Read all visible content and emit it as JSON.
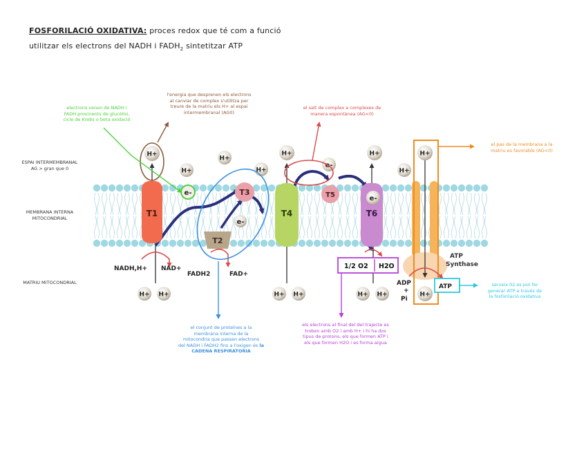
{
  "title": {
    "heading": "FOSFORILACIÓ OXIDATIVA:",
    "line1_rest": " proces redox que té com a funció",
    "line2_before_sub": "utilitzar els electrons del NADH i FADH",
    "line2_sub": "2",
    "line2_after_sub": " sintetitzar ATP"
  },
  "regions": {
    "intermembrane_line1": "ESPAI INTERMEMBRANAL",
    "intermembrane_line2": "AG > gran que 0",
    "membrane_line1": "MEMBRANA INTERNA",
    "membrane_line2": "MITOCONDRIAL",
    "matrix": "MATRIU MITOCONDRIAL"
  },
  "notes": {
    "green": [
      "electrons venen de NADH i",
      "FADH provinents de glucòlisi,",
      "cicle de Krebs o beta oxidació"
    ],
    "brown": [
      "l'energia que desprenen els electrons",
      "al canviar de complex s'utilitza per",
      "treure de la matriu els H+ al espai",
      "intermembranal (AG0)"
    ],
    "red": [
      "el salt de complex a complexes de",
      "manera espontànea (AG<0)"
    ],
    "orange": [
      "el pas de la membrana a la",
      "matriu es favorable (AG<0)"
    ],
    "blue": [
      "el conjunt de proteïnes a la",
      "membrana interna de la",
      "mitocondria que passen electrons",
      "del NADH i FADH2 fins a l'oxigen és"
    ],
    "blue_strong_1": "la",
    "blue_strong_2": "CADENA RESPIRATORIA",
    "purple": [
      "els electrons al final del del trajecte es",
      "troben amb O2 i amb H+ i hi ha dos",
      "tipus de protons, els que formen ATP i",
      "els que formen H2O i es forma aigua"
    ],
    "cyan": [
      "serveix 02 es pot fer",
      "generar ATP a través de",
      "la fosforilació oxidativa"
    ]
  },
  "labels": {
    "hplus": "H+",
    "eminus": "e-",
    "t1": "T1",
    "t2": "T2",
    "t3": "T3",
    "t4": "T4",
    "t5": "T5",
    "t6": "T6",
    "nadh": "NADH,H+",
    "nad": "NAD+",
    "fadh2": "FADH2",
    "fad": "FAD+",
    "o2": "1/2 O2",
    "h2o": "H2O",
    "atp_synthase_1": "ATP",
    "atp_synthase_2": "Synthase",
    "adp": "ADP",
    "plus": "+",
    "pi": "Pi",
    "atp": "ATP"
  },
  "colors": {
    "t1": "#f26b4f",
    "t2": "#b9a58a",
    "t3": "#e9a0a8",
    "t4": "#b6d562",
    "t5": "#e9a0a8",
    "t6": "#c98ad0",
    "atp_synthase": "#f6b45a",
    "membrane_head": "#9fd8e2",
    "arrow_electron": "#2a2f7a",
    "green": "#4ccf3b",
    "brown": "#8a5a3c",
    "red": "#d94a4a",
    "orange": "#f08a1e",
    "blue": "#3a8fe0",
    "purple": "#b43fd6",
    "cyan": "#29c8e0"
  }
}
